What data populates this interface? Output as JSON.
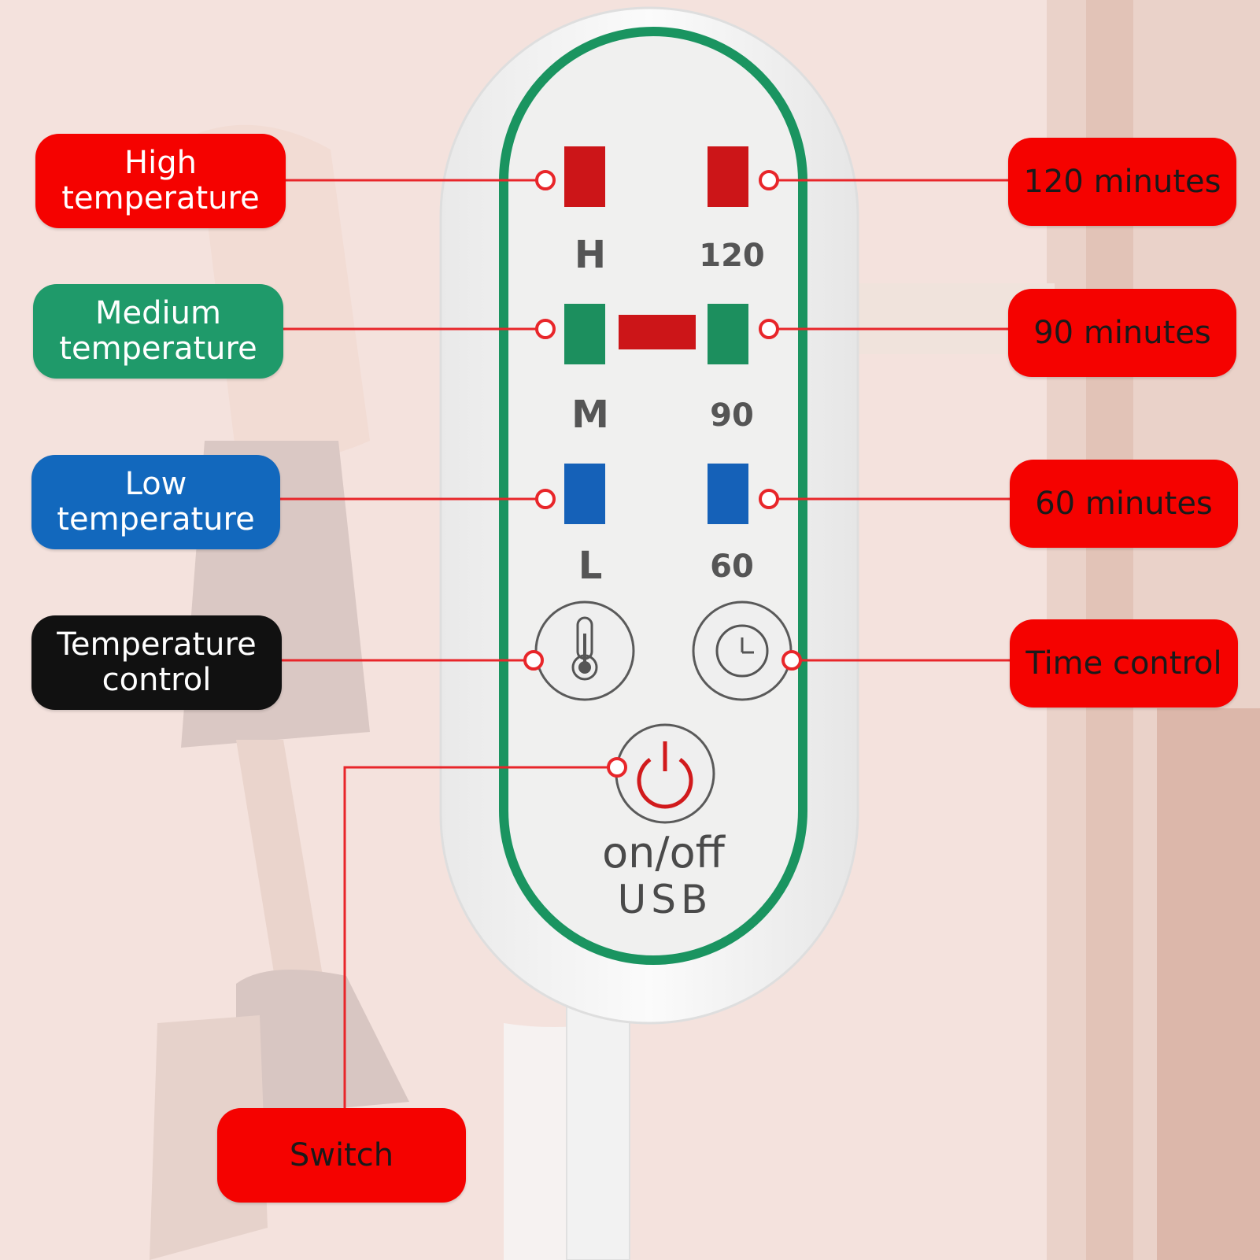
{
  "labels": {
    "high_temp": "High temperature",
    "medium_temp": "Medium temperature",
    "low_temp": "Low temperature",
    "temp_control": "Temperature control",
    "min_120": "120 minutes",
    "min_90": "90 minutes",
    "min_60": "60 minutes",
    "time_control": "Time control",
    "switch": "Switch"
  },
  "controller": {
    "level_h": "H",
    "level_m": "M",
    "level_l": "L",
    "time_120": "120",
    "time_90": "90",
    "time_60": "60",
    "button_text_1": "on/off",
    "button_text_2": "USB"
  },
  "icons": {
    "temperature_button": "thermometer-icon",
    "time_button": "clock-icon",
    "power_button": "power-icon"
  },
  "colors": {
    "label_red": "#f50200",
    "label_green": "#1f9a6a",
    "label_blue": "#1268bd",
    "label_black": "#111111",
    "indicator_red": "#cc1518",
    "indicator_green": "#1c8f5e",
    "indicator_blue": "#1561b8",
    "panel_border": "#1a9460",
    "leader_line": "#e8262a"
  }
}
